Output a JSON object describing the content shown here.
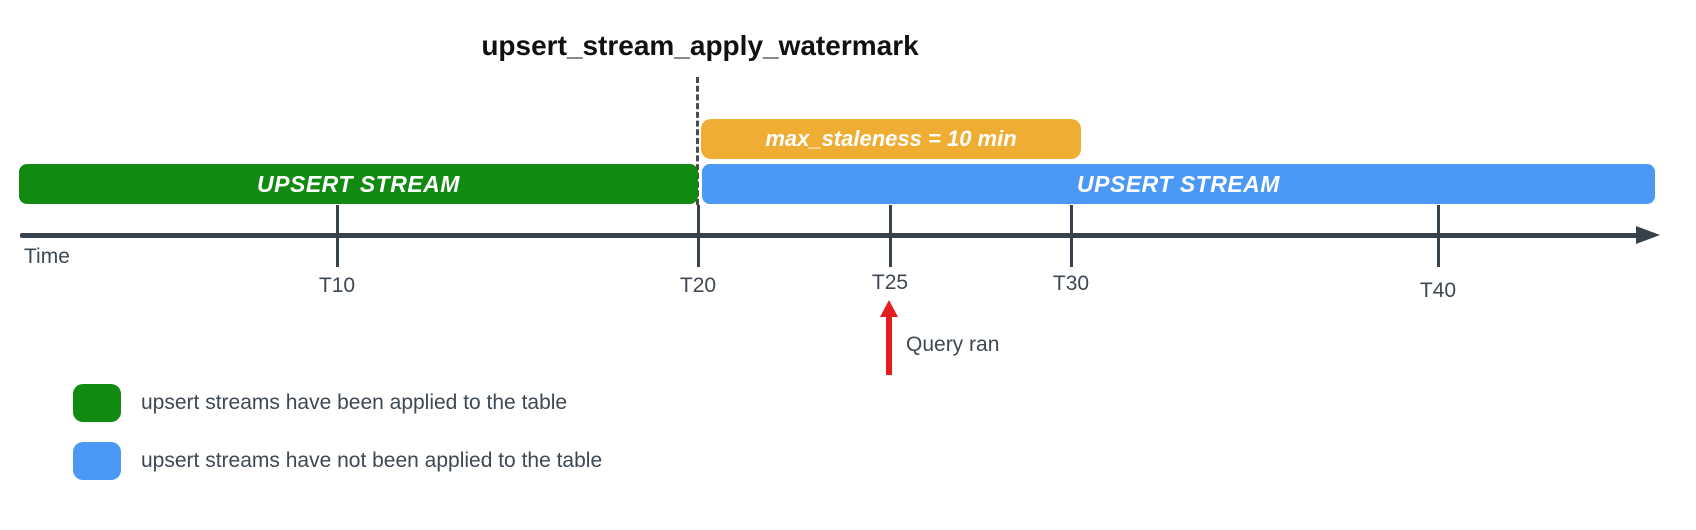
{
  "title": "upsert_stream_apply_watermark",
  "colors": {
    "green": "#108a10",
    "blue": "#4b98f5",
    "orange": "#efad33",
    "red": "#e51d1d",
    "axis": "#37424d",
    "text": "#3e4852",
    "dash": "#4b4b4b",
    "title": "#111111"
  },
  "bars": {
    "staleness_label": "max_staleness = 10 min",
    "applied_label": "UPSERT STREAM",
    "not_applied_label": "UPSERT STREAM"
  },
  "timeline": {
    "time_label": "Time",
    "ticks": [
      "T10",
      "T20",
      "T25",
      "T30",
      "T40"
    ]
  },
  "annotation": {
    "query_ran_label": "Query ran"
  },
  "legend": [
    {
      "swatch_color": "#108a10",
      "label": "upsert streams have been applied to the table"
    },
    {
      "swatch_color": "#4b98f5",
      "label": "upsert streams have not been applied to the table"
    }
  ]
}
